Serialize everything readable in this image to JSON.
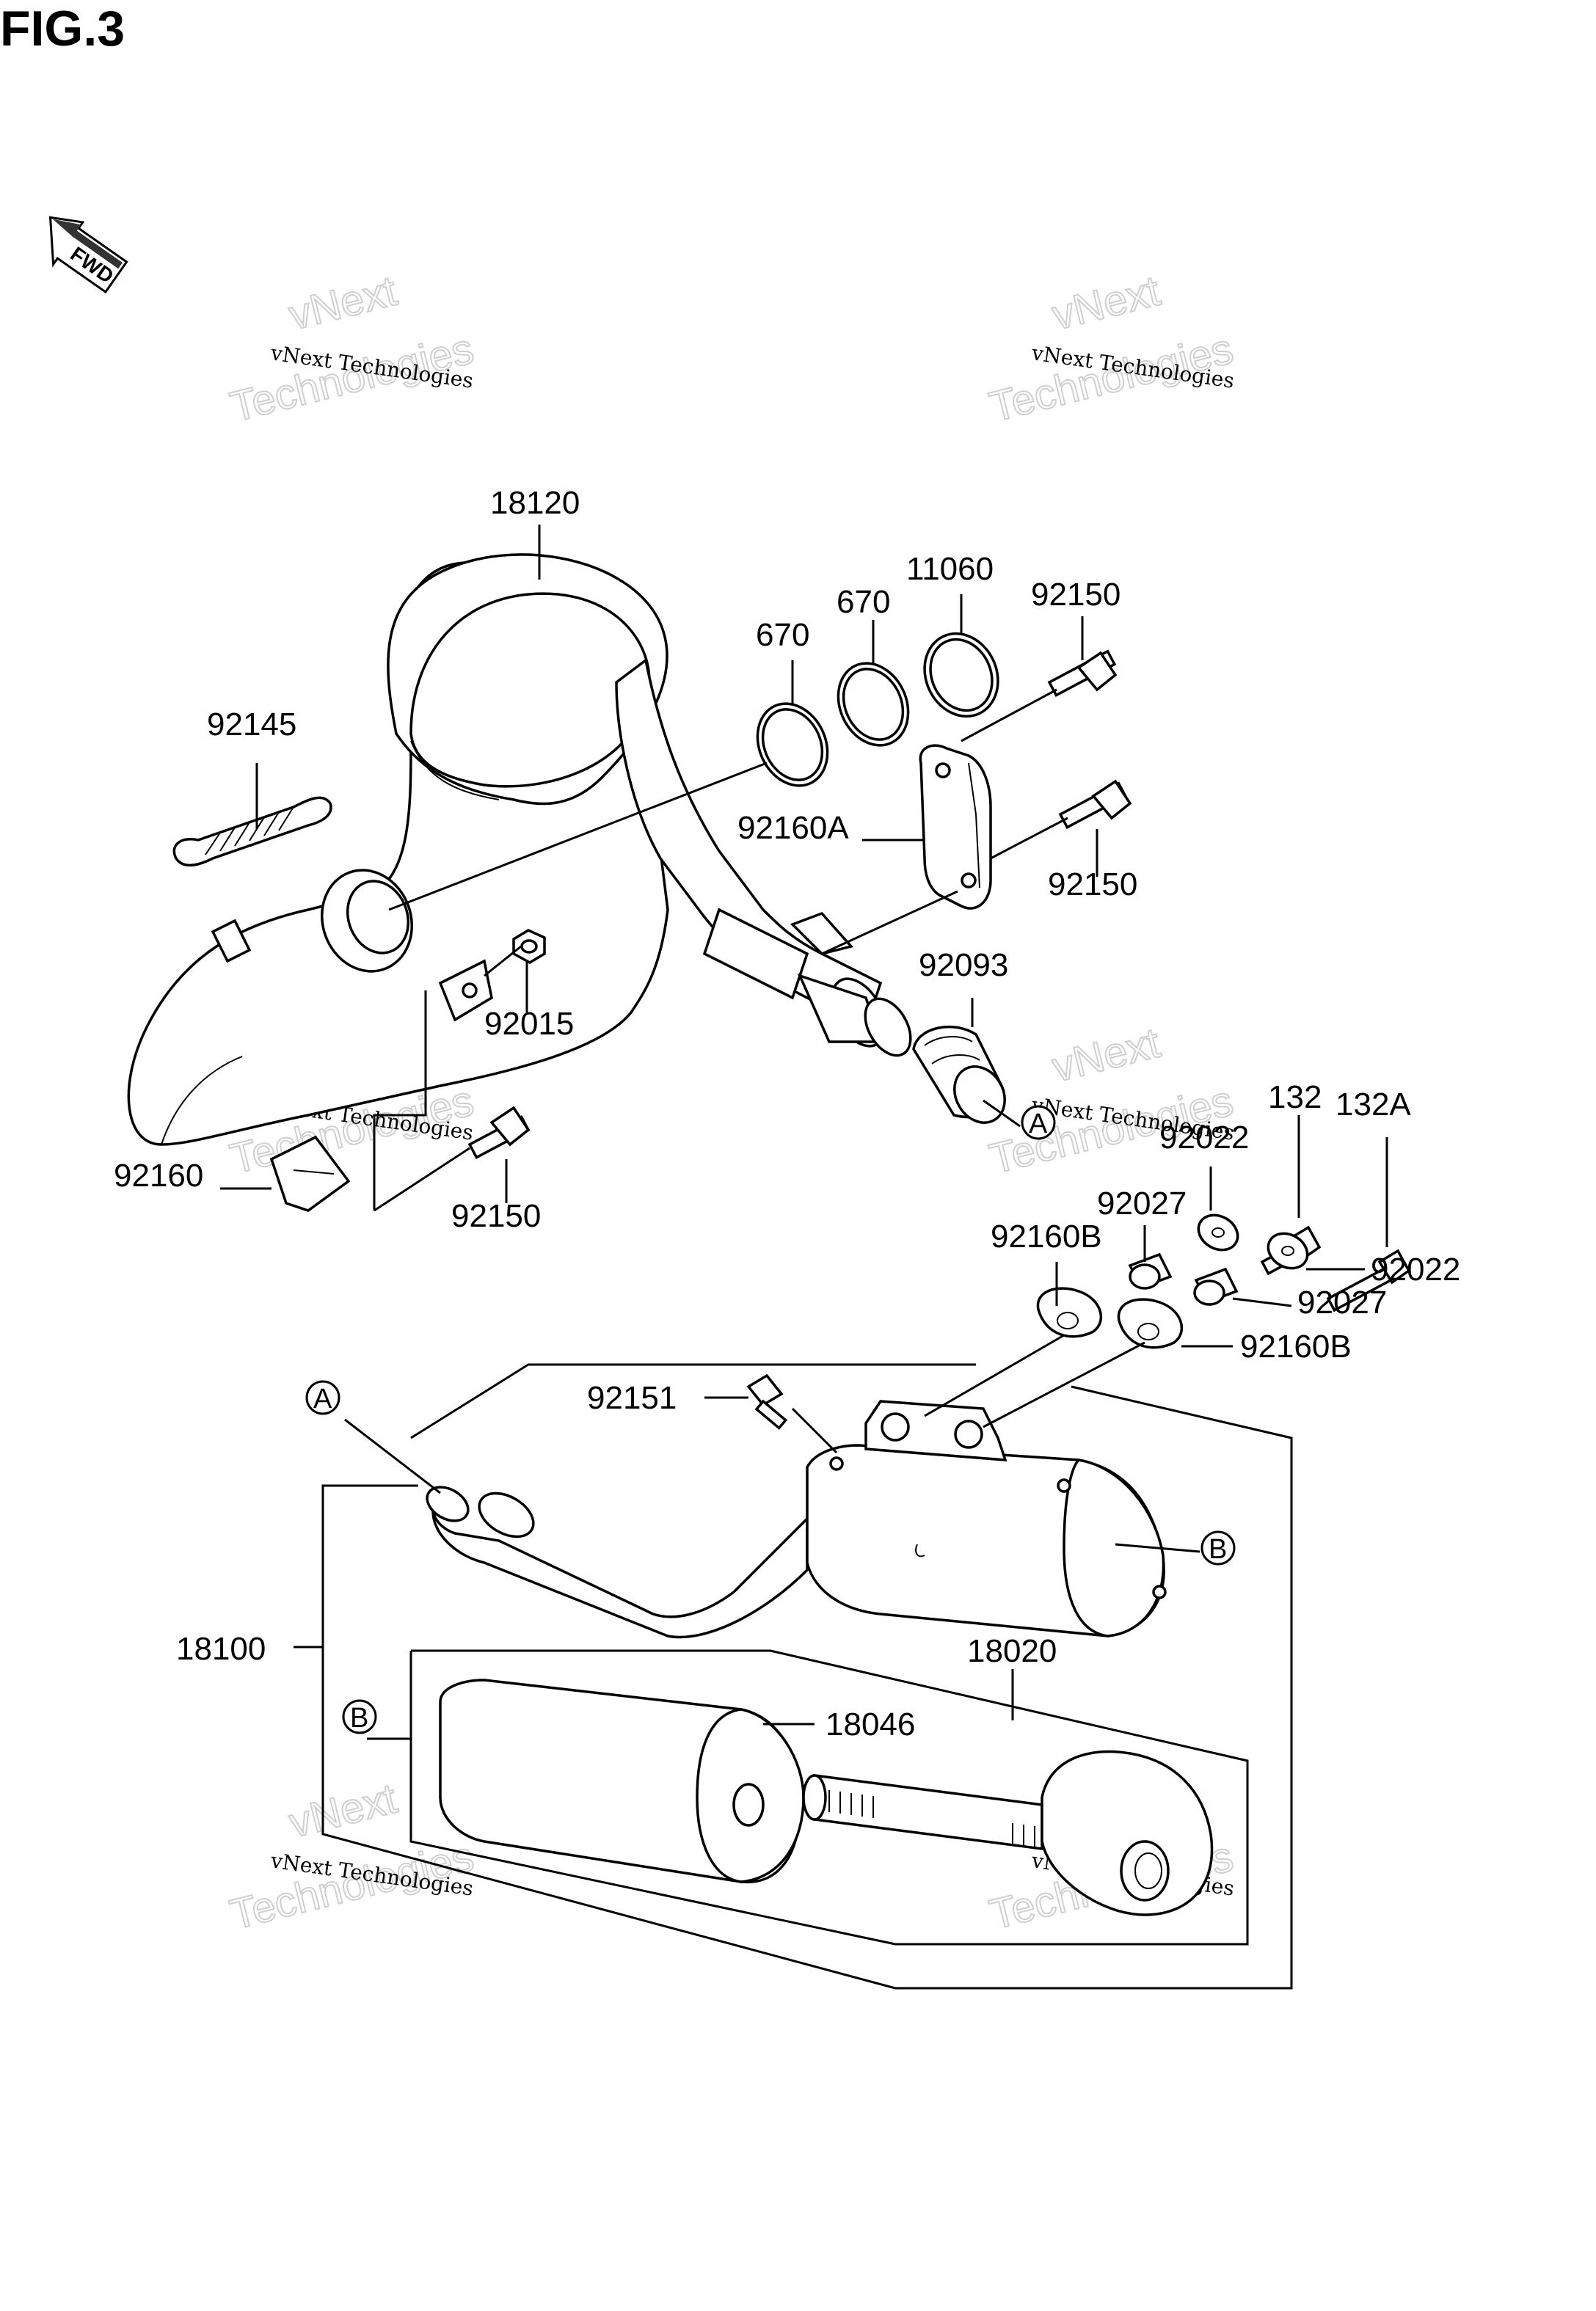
{
  "figure": {
    "title": "FIG.3"
  },
  "direction_icon": {
    "text": "FWD"
  },
  "watermark": {
    "small": "vNext Technologies",
    "line1": "vNext",
    "line2": "Technologies"
  },
  "parts": [
    {
      "id": "18120",
      "text": "18120"
    },
    {
      "id": "670a",
      "text": "670"
    },
    {
      "id": "670b",
      "text": "670"
    },
    {
      "id": "11060",
      "text": "11060"
    },
    {
      "id": "92150a",
      "text": "92150"
    },
    {
      "id": "92145",
      "text": "92145"
    },
    {
      "id": "92160A",
      "text": "92160A"
    },
    {
      "id": "92150b",
      "text": "92150"
    },
    {
      "id": "92093",
      "text": "92093"
    },
    {
      "id": "92015",
      "text": "92015"
    },
    {
      "id": "92160",
      "text": "92160"
    },
    {
      "id": "92150c",
      "text": "92150"
    },
    {
      "id": "132",
      "text": "132"
    },
    {
      "id": "132A",
      "text": "132A"
    },
    {
      "id": "92022a",
      "text": "92022"
    },
    {
      "id": "92027a",
      "text": "92027"
    },
    {
      "id": "92160Ba",
      "text": "92160B"
    },
    {
      "id": "92022b",
      "text": "92022"
    },
    {
      "id": "92027b",
      "text": "92027"
    },
    {
      "id": "92160Bb",
      "text": "92160B"
    },
    {
      "id": "92151",
      "text": "92151"
    },
    {
      "id": "18100",
      "text": "18100"
    },
    {
      "id": "18020",
      "text": "18020"
    },
    {
      "id": "18046",
      "text": "18046"
    }
  ],
  "refs": {
    "A": "A",
    "B": "B"
  }
}
